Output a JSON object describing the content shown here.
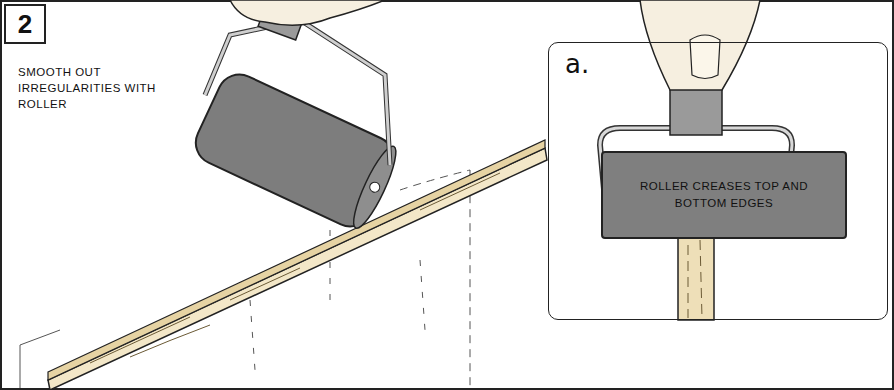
{
  "diagram": {
    "nodes": [
      {
        "text": [
          "2"
        ]
      },
      {
        "text": [
          "a."
        ]
      },
      {
        "text": [
          "ROLLER CREASES TOP AND BOTTOM EDGES"
        ],
        "in": 1
      }
    ],
    "labels": [
      "SMOOTH OUT IRREGULARITIES WITH ROLLER"
    ]
  }
}
